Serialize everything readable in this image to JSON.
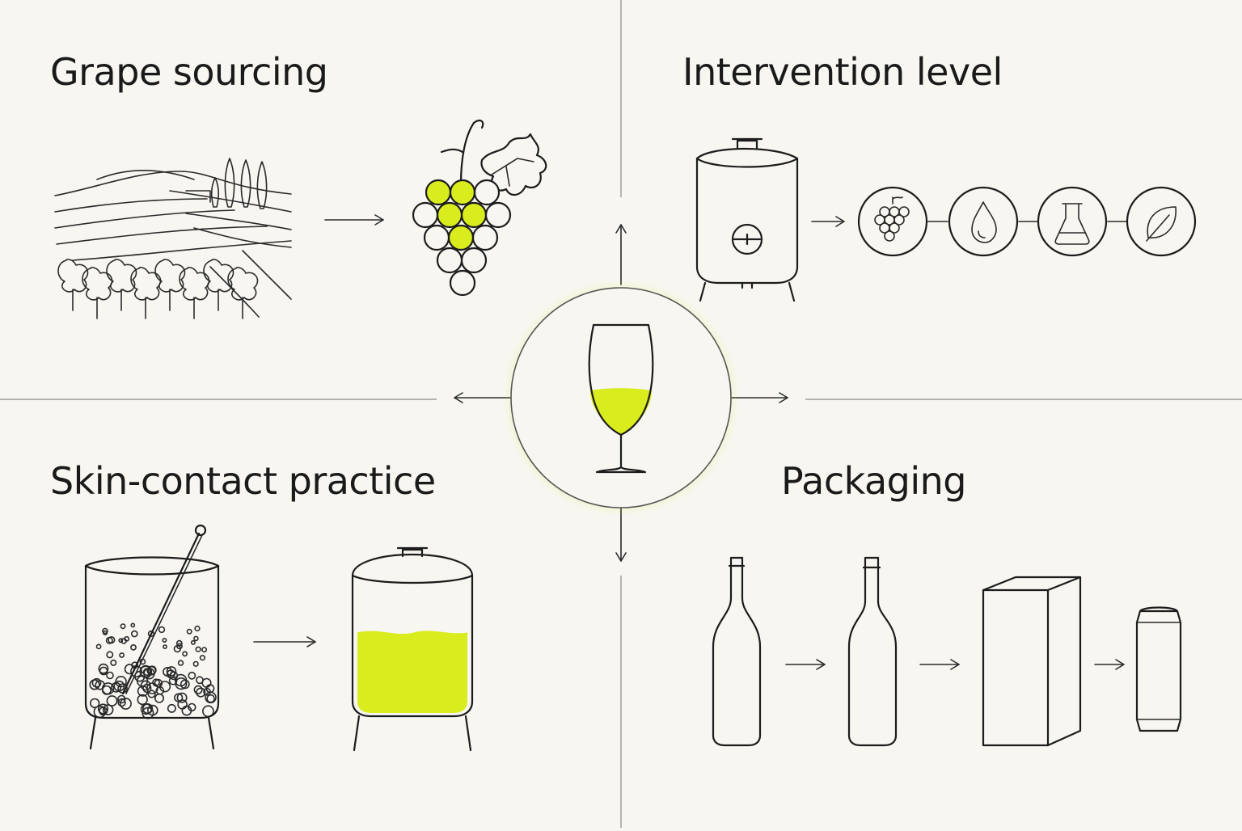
{
  "colors": {
    "background": "#f7f6f1",
    "line": "#1c1c1c",
    "accent": "#d9ec1e",
    "divider": "#8a8a85"
  },
  "sections": {
    "grape_sourcing": {
      "title": "Grape sourcing",
      "icons": [
        "vineyard-icon",
        "grape-cluster-icon"
      ]
    },
    "intervention_level": {
      "title": "Intervention level",
      "icons": [
        "fermentation-tank-icon",
        "grape-icon",
        "water-drop-icon",
        "flask-icon",
        "leaf-icon"
      ]
    },
    "skin_contact": {
      "title": "Skin-contact practice",
      "icons": [
        "maceration-vessel-icon",
        "filled-tank-icon"
      ]
    },
    "packaging": {
      "title": "Packaging",
      "icons": [
        "wine-bottle-icon",
        "slim-bottle-icon",
        "wine-box-icon",
        "wine-can-icon"
      ]
    }
  },
  "center": {
    "icon": "wine-glass-icon",
    "fill_level": 0.4
  },
  "skin_contact_tank": {
    "fill_level": 0.62
  }
}
